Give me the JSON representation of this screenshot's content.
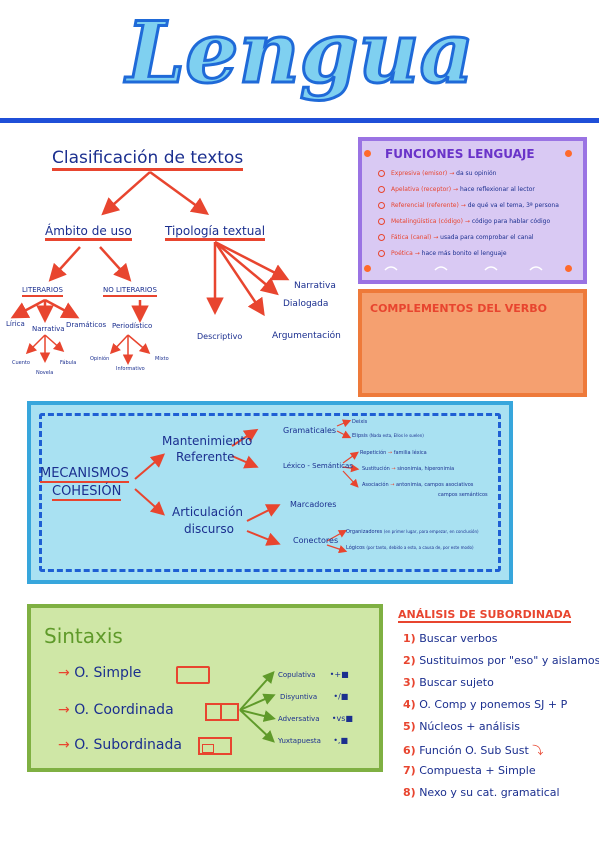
{
  "header": {
    "title": "Lengua"
  },
  "clasificacion": {
    "title": "Clasificación de textos",
    "ambito": "Ámbito de uso",
    "tipologia": "Tipología textual",
    "literarios": "LITERARIOS",
    "no_literarios": "NO LITERARIOS",
    "lirica": "Lírica",
    "narrativa": "Narrativa",
    "dramaticos": "Dramáticos",
    "cuento": "Cuento",
    "novela": "Novela",
    "fabula": "Fábula",
    "periodistico": "Periodístico",
    "opinion": "Opinión",
    "informativo": "Informativo",
    "mixto": "Mixto",
    "tipos": [
      "Narrativa",
      "Dialogada",
      "Descriptivo",
      "Argumentación"
    ]
  },
  "funciones": {
    "title": "FUNCIONES LENGUAJE",
    "items": [
      {
        "name": "Expresiva (emisor)",
        "desc": "da su opinión"
      },
      {
        "name": "Apelativa (receptor)",
        "desc": "hace reflexionar al lector"
      },
      {
        "name": "Referencial (referente)",
        "desc": "de qué va el tema, 3ª persona"
      },
      {
        "name": "Metalingüística (código)",
        "desc": "código para hablar código"
      },
      {
        "name": "Fática (canal)",
        "desc": "usada para comprobar el canal"
      },
      {
        "name": "Poética",
        "desc": "hace más bonito el lenguaje"
      }
    ]
  },
  "complementos": {
    "title": "COMPLEMENTOS DEL VERBO"
  },
  "mecanismos": {
    "title_1": "MECANISMOS",
    "title_2": "COHESIÓN",
    "mantenimiento_1": "Mantenimiento",
    "mantenimiento_2": "Referente",
    "articulacion_1": "Articulación",
    "articulacion_2": "discurso",
    "gramaticales": "Gramaticales",
    "deixis": "Deixis",
    "elipsis": "Elipsis",
    "elipsis_note": "(Nada esta, Ellos le suelen)",
    "lexico": "Léxico - Semánticas",
    "repeticion": "Repetición",
    "repeticion_desc": "familia léxica",
    "sustitucion": "Sustitución",
    "sustitucion_desc": "sinonimia, hiperonimia",
    "asociacion": "Asociación",
    "asociacion_desc": "antonimia, campos asociativos",
    "asociacion_desc2": "campos semánticos",
    "marcadores": "Marcadores",
    "conectores": "Conectores",
    "organizadores": "Organizadores",
    "organizadores_note": "(en primer lugar, para empezar, en conclusión)",
    "logicos": "Lógicos",
    "logicos_note": "(por tanto, debido a esto, a causa de, por este modo)"
  },
  "sintaxis": {
    "title": "Sintaxis",
    "simple": "O. Simple",
    "coordinada": "O. Coordinada",
    "subordinada": "O. Subordinada",
    "tipos": [
      {
        "name": "Copulativa",
        "sym": "•+■"
      },
      {
        "name": "Disyuntiva",
        "sym": "•/■"
      },
      {
        "name": "Adversativa",
        "sym": "•vs■"
      },
      {
        "name": "Yuxtapuesta",
        "sym": "•,■"
      }
    ]
  },
  "analisis": {
    "title": "ANÁLISIS DE SUBORDINADA",
    "steps": [
      {
        "n": "1)",
        "text": "Buscar verbos"
      },
      {
        "n": "2)",
        "text": "Sustituimos por \"eso\" y aislamos()"
      },
      {
        "n": "3)",
        "text": "Buscar sujeto"
      },
      {
        "n": "4)",
        "text": "O. Comp y ponemos SJ + P"
      },
      {
        "n": "5)",
        "text": "Núcleos + análisis"
      },
      {
        "n": "6)",
        "text": "Función O. Sub Sust"
      },
      {
        "n": "7)",
        "text": "Compuesta + Simple"
      },
      {
        "n": "8)",
        "text": "Nexo y su cat. gramatical"
      }
    ]
  }
}
